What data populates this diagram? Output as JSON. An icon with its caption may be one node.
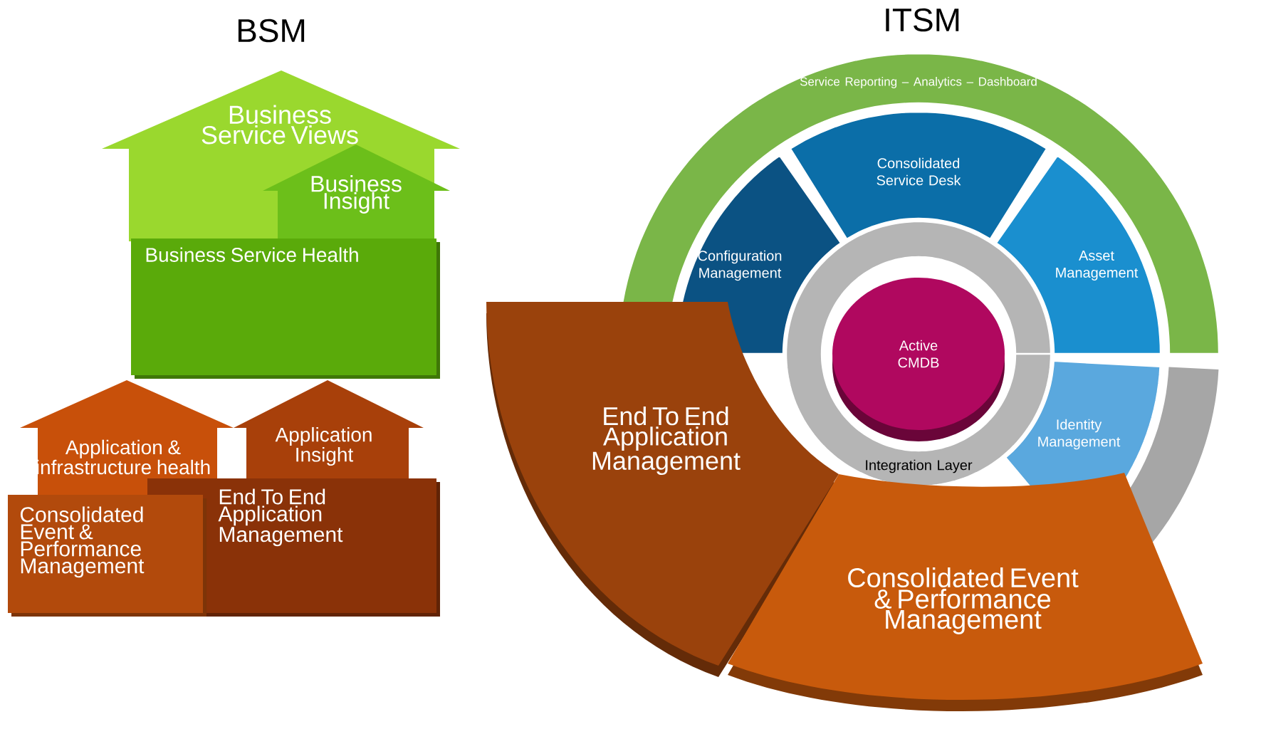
{
  "diagram": {
    "nodes": [
      {
        "text": [
          "Business Service Views"
        ]
      },
      {
        "text": [
          "Business Insight"
        ],
        "in": 0
      },
      {
        "text": [
          "Business Service Health"
        ]
      },
      {
        "text": [
          "Application & infrastructure health"
        ]
      },
      {
        "text": [
          "Application Insight"
        ]
      },
      {
        "text": [
          "Consolidated Event & Performance Management"
        ]
      },
      {
        "text": [
          "End To End Application Management"
        ]
      },
      {
        "text": [
          "Service Reporting – Analytics – Dashboard"
        ]
      },
      {
        "text": [
          "Consolidated Service Desk"
        ]
      },
      {
        "text": [
          "Configuration Management"
        ]
      },
      {
        "text": [
          "Asset Management"
        ]
      },
      {
        "text": [
          "Identity Management"
        ]
      },
      {
        "text": [
          "Active CMDB"
        ]
      },
      {
        "text": [
          "Integration Layer"
        ]
      },
      {
        "text": [
          "End To End Application Management"
        ]
      },
      {
        "text": [
          "Consolidated Event & Performance Management"
        ]
      }
    ],
    "labels": [
      "BSM",
      "ITSM"
    ]
  }
}
